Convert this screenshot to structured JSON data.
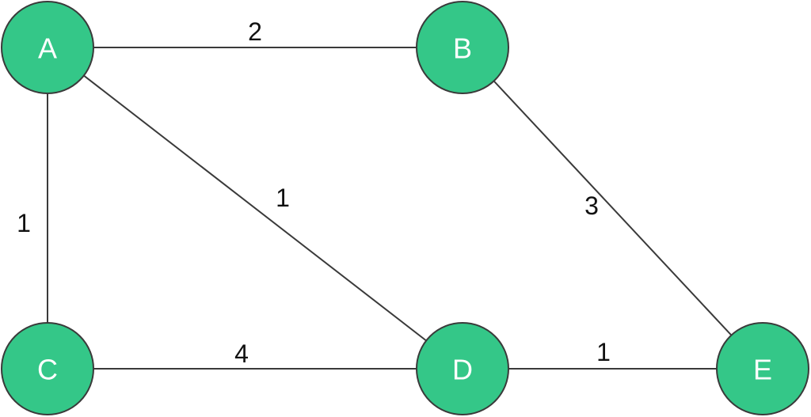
{
  "colors": {
    "node_fill": "#34c788",
    "node_stroke": "#3a3a3a",
    "node_text": "#ffffff",
    "edge_stroke": "#3a3a3a",
    "weight_text": "#111111",
    "background": "#ffffff"
  },
  "nodes": [
    {
      "id": "A",
      "label": "A"
    },
    {
      "id": "B",
      "label": "B"
    },
    {
      "id": "C",
      "label": "C"
    },
    {
      "id": "D",
      "label": "D"
    },
    {
      "id": "E",
      "label": "E"
    }
  ],
  "edges": [
    {
      "from": "A",
      "to": "B",
      "weight": "2"
    },
    {
      "from": "A",
      "to": "C",
      "weight": "1"
    },
    {
      "from": "A",
      "to": "D",
      "weight": "1"
    },
    {
      "from": "B",
      "to": "E",
      "weight": "3"
    },
    {
      "from": "C",
      "to": "D",
      "weight": "4"
    },
    {
      "from": "D",
      "to": "E",
      "weight": "1"
    }
  ]
}
